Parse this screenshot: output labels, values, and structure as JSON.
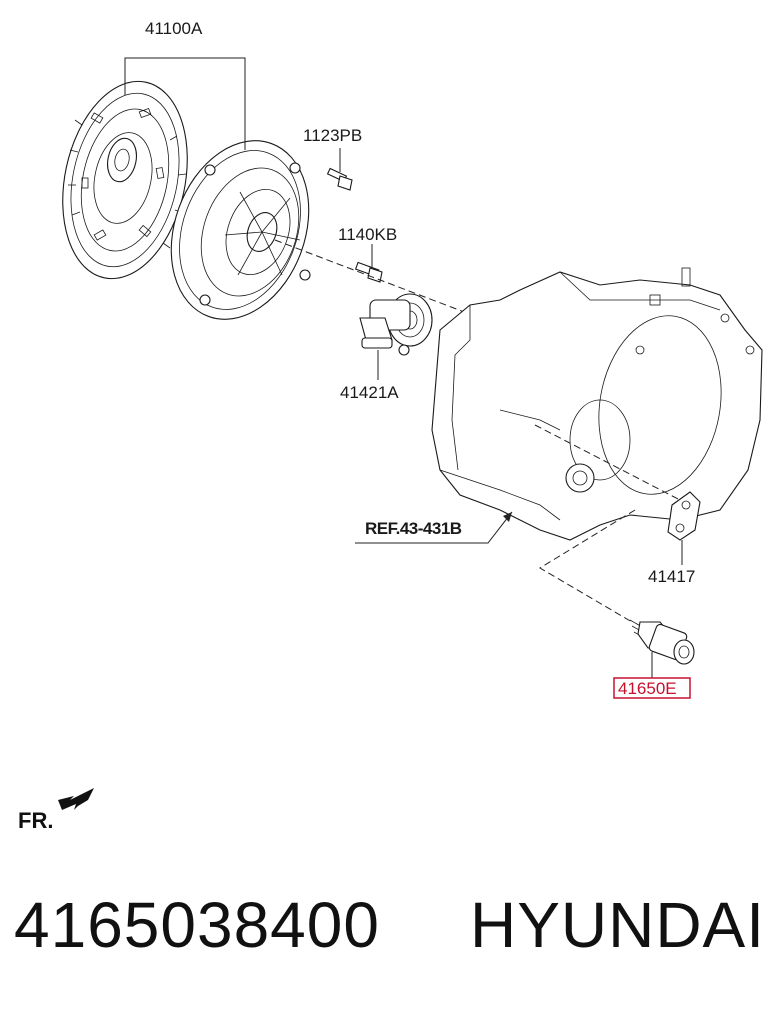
{
  "labels": {
    "clutch_set": "41100A",
    "bolt_1": "1123PB",
    "bolt_2": "1140KB",
    "release_cylinder": "41421A",
    "reference": "REF.43-431B",
    "gasket": "41417",
    "highlighted_part": "41650E",
    "front_indicator": "FR."
  },
  "footer": {
    "part_number": "4165038400",
    "brand": "HYUNDAI"
  },
  "colors": {
    "highlight": "#c8102e",
    "ink": "#1a1a1a"
  }
}
